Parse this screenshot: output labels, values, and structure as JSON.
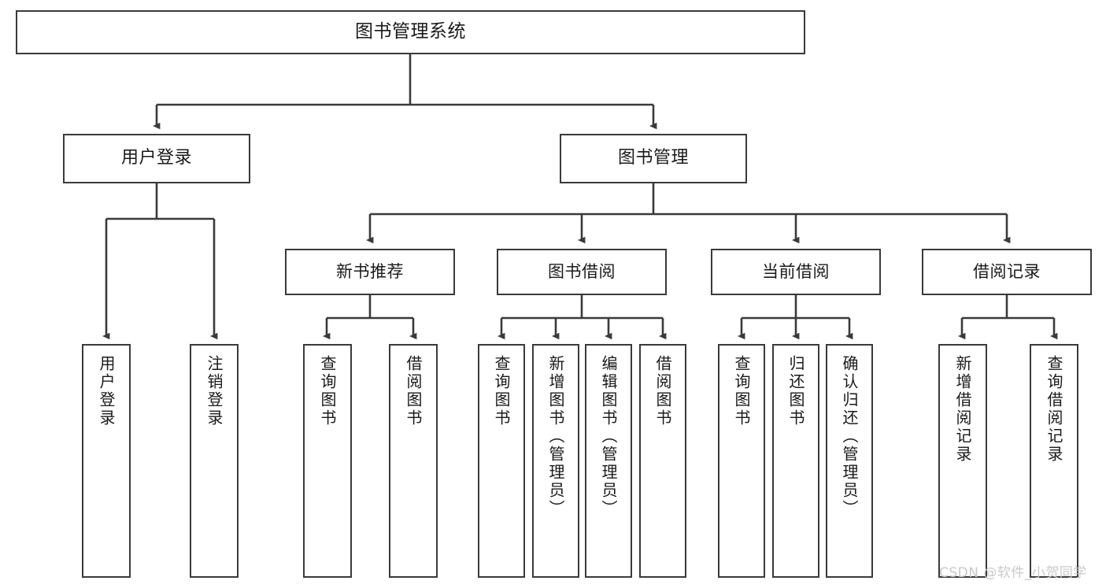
{
  "diagram": {
    "type": "tree-hierarchy",
    "title": "图书管理系统",
    "root": {
      "id": "root",
      "label": "图书管理系统"
    },
    "level1": [
      {
        "id": "user-login",
        "label": "用户登录"
      },
      {
        "id": "book-manage",
        "label": "图书管理"
      }
    ],
    "level2": [
      {
        "id": "new-book-recommend",
        "label": "新书推荐",
        "parent": "book-manage"
      },
      {
        "id": "book-borrow",
        "label": "图书借阅",
        "parent": "book-manage"
      },
      {
        "id": "current-borrow",
        "label": "当前借阅",
        "parent": "book-manage"
      },
      {
        "id": "borrow-record",
        "label": "借阅记录",
        "parent": "book-manage"
      }
    ],
    "leaves": [
      {
        "id": "leaf-user-login",
        "label": "用户登录",
        "parent": "user-login"
      },
      {
        "id": "leaf-user-logout",
        "label": "注销登录",
        "parent": "user-login"
      },
      {
        "id": "leaf-rec-query-book",
        "label": "查询图书",
        "parent": "new-book-recommend"
      },
      {
        "id": "leaf-rec-borrow-book",
        "label": "借阅图书",
        "parent": "new-book-recommend"
      },
      {
        "id": "leaf-borrow-query-book",
        "label": "查询图书",
        "parent": "book-borrow"
      },
      {
        "id": "leaf-borrow-add-book",
        "label": "新增图书（管理员）",
        "parent": "book-borrow"
      },
      {
        "id": "leaf-borrow-edit-book",
        "label": "编辑图书（管理员）",
        "parent": "book-borrow"
      },
      {
        "id": "leaf-borrow-borrow-book",
        "label": "借阅图书",
        "parent": "book-borrow"
      },
      {
        "id": "leaf-cur-query-book",
        "label": "查询图书",
        "parent": "current-borrow"
      },
      {
        "id": "leaf-cur-return-book",
        "label": "归还图书",
        "parent": "current-borrow"
      },
      {
        "id": "leaf-cur-confirm-return",
        "label": "确认归还（管理员）",
        "parent": "current-borrow"
      },
      {
        "id": "leaf-rec-add-record",
        "label": "新增借阅记录",
        "parent": "borrow-record"
      },
      {
        "id": "leaf-rec-query-record",
        "label": "查询借阅记录",
        "parent": "borrow-record"
      }
    ]
  },
  "watermark": {
    "text": "CSDN @软件_小贺同学"
  },
  "colors": {
    "stroke": "#3a3a3a",
    "fill": "#ffffff",
    "text": "#1a1a1a",
    "watermark": "#c9c9c9"
  }
}
